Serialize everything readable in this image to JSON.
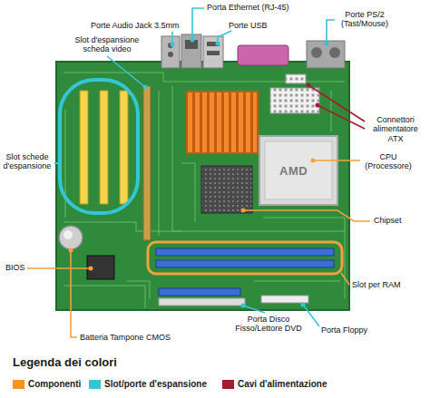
{
  "diagram": {
    "labels": [
      "Porta Ethernet (RJ-45)",
      "Porte Audio Jack 3.5mm",
      "Porte USB",
      "Porte PS/2 (Tast/Mouse)",
      "Slot d'espansione scheda video",
      "Connettori alimentatore ATX",
      "Slot schede d'espansione",
      "CPU (Processore)",
      "AMD",
      "Chipset",
      "BIOS",
      "Slot per RAM",
      "Porta Disco Fisso/Lettore DVD",
      "Porta Floppy",
      "Batteria Tampone CMOS",
      "Legenda dei colori"
    ],
    "legend": [
      {
        "text": "Componenti",
        "color": "#f7941d"
      },
      {
        "text": "Slot/porte d'espansione",
        "color": "#35c6d6"
      },
      {
        "text": "Cavi d'alimentazione",
        "color": "#a51c30"
      }
    ]
  }
}
